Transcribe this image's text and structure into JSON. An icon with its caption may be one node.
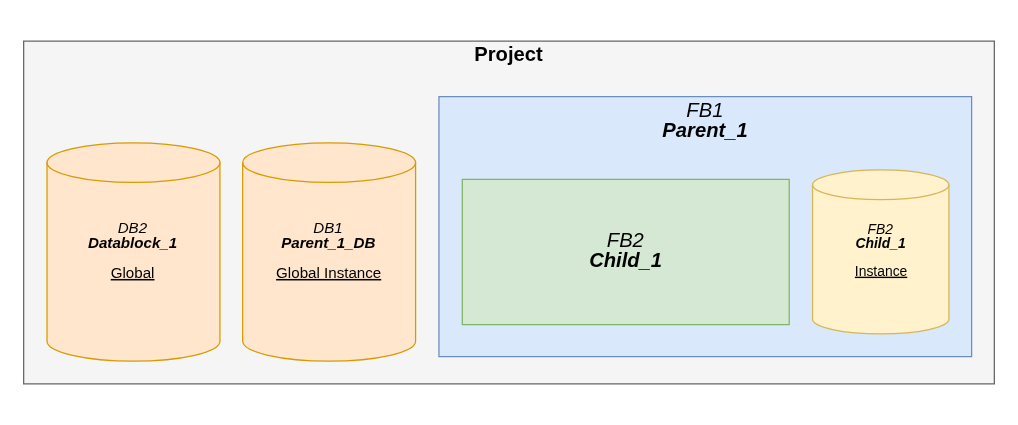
{
  "diagram": {
    "nodes": [
      {
        "text": [
          "Project"
        ]
      },
      {
        "text": [
          "DB1",
          "Parent_1_DB",
          "Global Instance"
        ],
        "in": 0
      },
      {
        "text": [
          "DB2",
          "Datablock_1",
          "Global"
        ],
        "in": 0
      },
      {
        "text": [
          "FB1",
          "Parent_1"
        ],
        "in": 0
      },
      {
        "text": [
          "FB2",
          "Child_1",
          "Instance"
        ],
        "in": 3
      },
      {
        "text": [
          "FB2",
          "Child_1"
        ],
        "in": 3
      }
    ],
    "edges": []
  }
}
